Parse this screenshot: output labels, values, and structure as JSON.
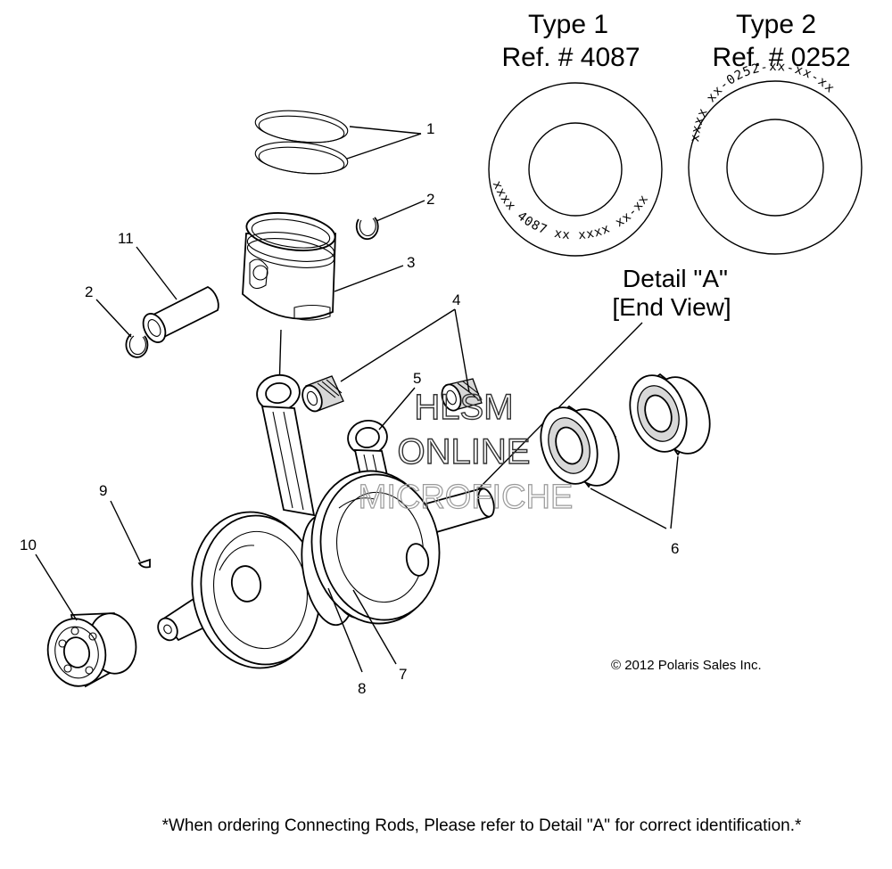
{
  "header": {
    "type1_title": "Type 1",
    "type1_ref": "Ref. # 4087",
    "type2_title": "Type 2",
    "type2_ref": "Ref. # 0252"
  },
  "type1_marking": "xxxx 4087 xx xxxx xx-xx",
  "type2_marking": "xxxx xx-0252-xx-xx-xx",
  "detail": {
    "line1": "Detail \"A\"",
    "line2": "[End View]"
  },
  "watermark": {
    "line1": "HLSM",
    "line2": "ONLINE",
    "line3": "MICROFICHE"
  },
  "callouts": {
    "c1": "1",
    "c2a": "2",
    "c2b": "2",
    "c3": "3",
    "c4": "4",
    "c5": "5",
    "c6": "6",
    "c7": "7",
    "c8": "8",
    "c9": "9",
    "c10": "10",
    "c11": "11"
  },
  "copyright": "© 2012 Polaris Sales Inc.",
  "footnote": "*When ordering Connecting Rods, Please refer to Detail \"A\" for correct identification.*"
}
